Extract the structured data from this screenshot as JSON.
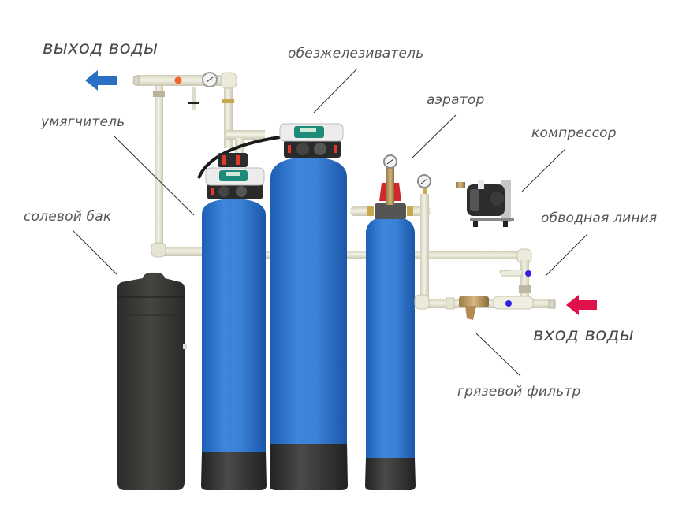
{
  "diagram": {
    "title": "Схема системы водоочистки",
    "labels": {
      "water_out": "выход воды",
      "deironer": "обезжелезиватель",
      "softener": "умягчитель",
      "aerator": "аэратор",
      "compressor": "компрессор",
      "salt_tank": "солевой бак",
      "bypass_line": "обводная линия",
      "water_in": "вход воды",
      "mud_filter": "грязевой фильтр"
    },
    "colors": {
      "outlet_arrow": "#2a6fc4",
      "inlet_arrow": "#e0104a",
      "tank_blue": "#3a7fd4",
      "tank_base": "#3c3c3c",
      "salt_tank": "#3a3a38",
      "pipe": "#e8e6d6",
      "leader_line": "#333333",
      "label_text": "#555555"
    },
    "components": [
      {
        "id": "salt_tank",
        "icon": "salt-tank-icon"
      },
      {
        "id": "softener",
        "icon": "tank-icon"
      },
      {
        "id": "deironer",
        "icon": "tank-icon"
      },
      {
        "id": "aerator",
        "icon": "tank-icon"
      },
      {
        "id": "compressor",
        "icon": "compressor-icon"
      },
      {
        "id": "mud_filter",
        "icon": "y-strainer-icon"
      }
    ]
  }
}
